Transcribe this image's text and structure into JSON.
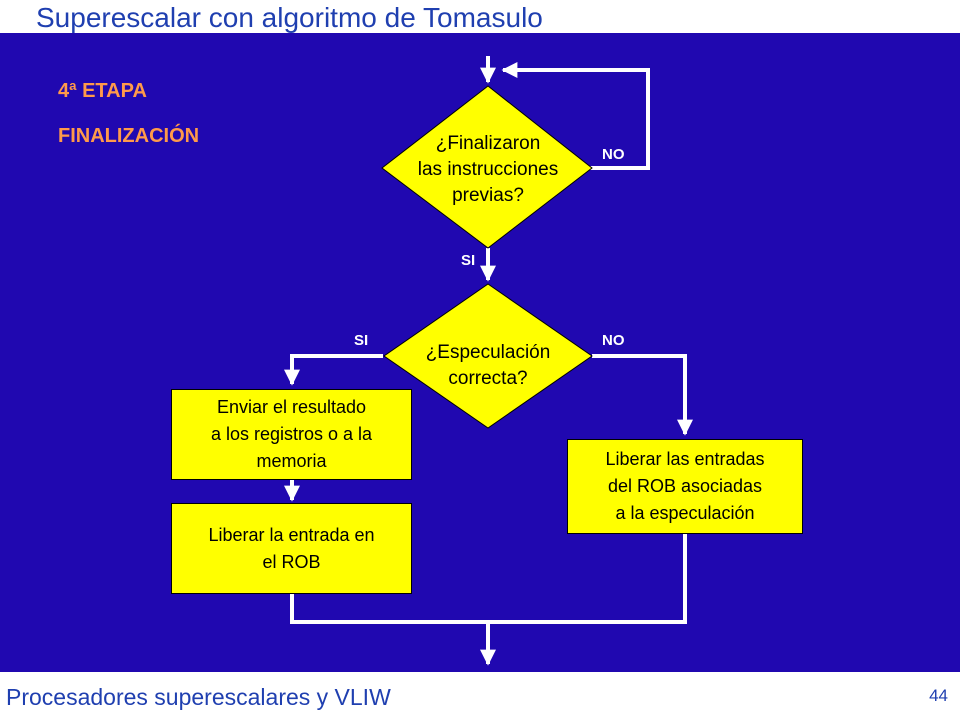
{
  "slide": {
    "title": "Superescalar con algoritmo de Tomasulo",
    "stage_number": "4ª ETAPA",
    "stage_name": "FINALIZACIÓN"
  },
  "flowchart": {
    "decision1": {
      "line1": "¿Finalizaron",
      "line2": "las instrucciones",
      "line3": "previas?",
      "no_label": "NO",
      "yes_label": "SI"
    },
    "decision2": {
      "line1": "¿Especulación",
      "line2": "correcta?",
      "yes_label": "SI",
      "no_label": "NO"
    },
    "box_send": "Enviar el  resultado\na los registros o a la\nmemoria",
    "box_free_entry": "Liberar la entrada en\nel ROB",
    "box_free_spec": "Liberar las entradas\ndel ROB asociadas\na la especulación"
  },
  "footer": {
    "course": "Procesadores superescalares y VLIW",
    "page": "44"
  },
  "colors": {
    "panel_bg": "#2008b0",
    "title_blue": "#1f3fb0",
    "stage_orange": "#ff9a4a",
    "shape_fill": "#ffff00",
    "connector": "#ffffff"
  }
}
